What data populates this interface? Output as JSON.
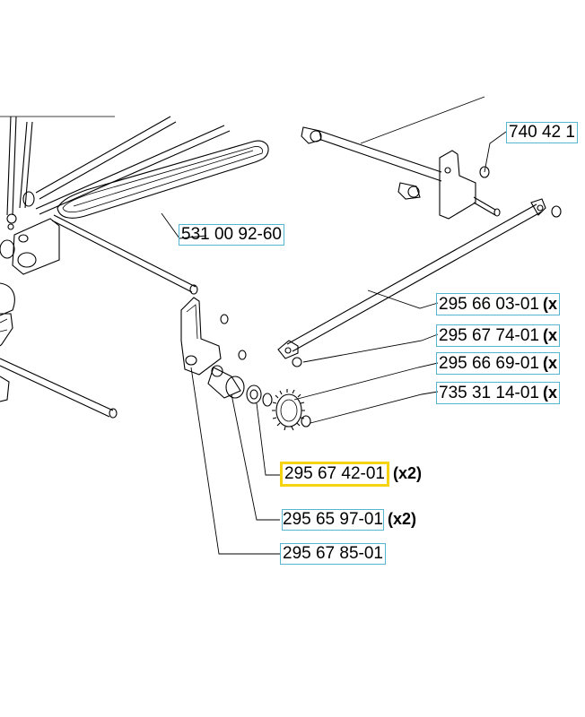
{
  "diagram": {
    "colors": {
      "label_border": "#57b6cf",
      "highlight_border": "#f5d311",
      "line": "#000000"
    },
    "labels": [
      {
        "id": "lbl-740-42",
        "part": "740 42 1",
        "qty": ""
      },
      {
        "id": "lbl-531-00-92-60",
        "part": "531 00 92-60",
        "qty": ""
      },
      {
        "id": "lbl-295-66-03-01",
        "part": "295 66 03-01",
        "qty": "(x"
      },
      {
        "id": "lbl-295-67-74-01",
        "part": "295 67 74-01",
        "qty": "(x"
      },
      {
        "id": "lbl-295-66-69-01",
        "part": "295 66 69-01",
        "qty": "(x"
      },
      {
        "id": "lbl-735-31-14-01",
        "part": "735 31 14-01",
        "qty": "(x"
      },
      {
        "id": "lbl-295-67-42-01",
        "part": "295 67 42-01",
        "qty": "(x2)"
      },
      {
        "id": "lbl-295-65-97-01",
        "part": "295 65 97-01",
        "qty": "(x2)"
      },
      {
        "id": "lbl-295-67-85-01",
        "part": "295 67 85-01",
        "qty": ""
      }
    ]
  }
}
